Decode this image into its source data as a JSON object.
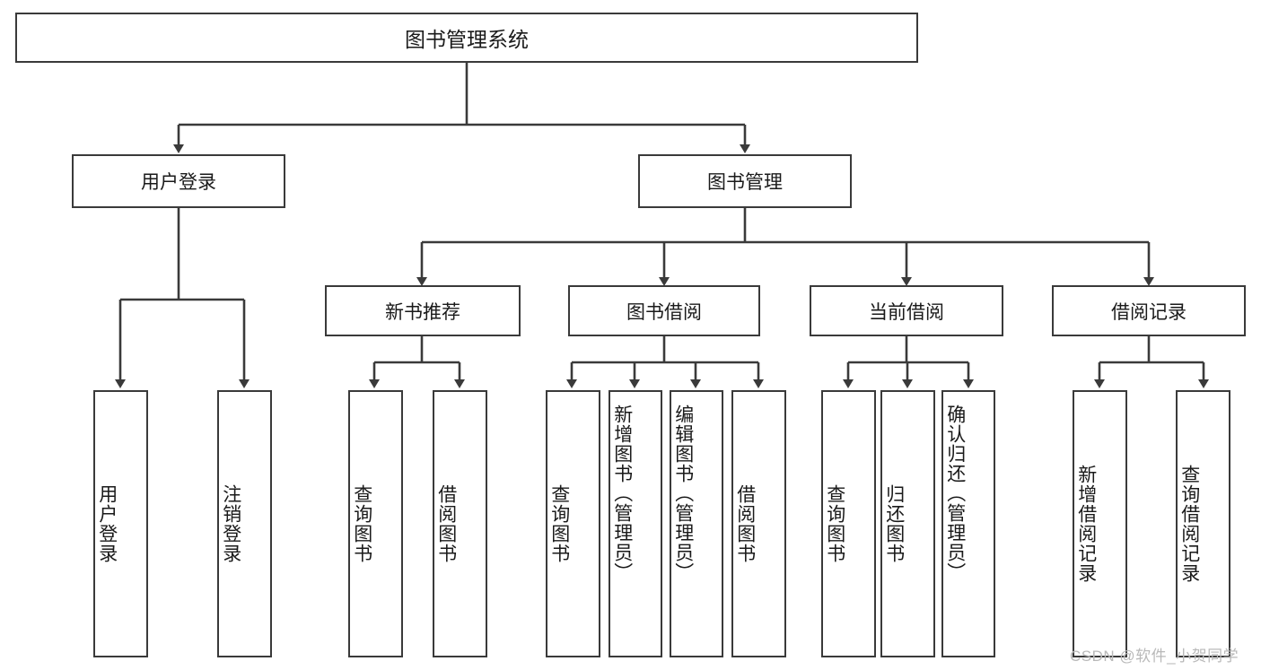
{
  "diagram": {
    "type": "tree-hierarchy",
    "title": "图书管理系统",
    "nodes": {
      "root": {
        "label": "图书管理系统"
      },
      "level1": [
        {
          "id": "user-login",
          "label": "用户登录"
        },
        {
          "id": "book-management",
          "label": "图书管理"
        }
      ],
      "level2": [
        {
          "id": "new-book-recommend",
          "label": "新书推荐",
          "parent": "book-management"
        },
        {
          "id": "book-borrow",
          "label": "图书借阅",
          "parent": "book-management"
        },
        {
          "id": "current-borrow",
          "label": "当前借阅",
          "parent": "book-management"
        },
        {
          "id": "borrow-record",
          "label": "借阅记录",
          "parent": "book-management"
        }
      ],
      "leaves": [
        {
          "id": "leaf-user-login",
          "label": "用户登录",
          "parent": "user-login"
        },
        {
          "id": "leaf-logout",
          "label": "注销登录",
          "parent": "user-login"
        },
        {
          "id": "leaf-query-book-1",
          "label": "查询图书",
          "parent": "new-book-recommend"
        },
        {
          "id": "leaf-borrow-book-1",
          "label": "借阅图书",
          "parent": "new-book-recommend"
        },
        {
          "id": "leaf-query-book-2",
          "label": "查询图书",
          "parent": "book-borrow"
        },
        {
          "id": "leaf-add-book",
          "label": "新增图书（管理员）",
          "parent": "book-borrow"
        },
        {
          "id": "leaf-edit-book",
          "label": "编辑图书（管理员）",
          "parent": "book-borrow"
        },
        {
          "id": "leaf-borrow-book-2",
          "label": "借阅图书",
          "parent": "book-borrow"
        },
        {
          "id": "leaf-query-book-3",
          "label": "查询图书",
          "parent": "current-borrow"
        },
        {
          "id": "leaf-return-book",
          "label": "归还图书",
          "parent": "current-borrow"
        },
        {
          "id": "leaf-confirm-return",
          "label": "确认归还（管理员）",
          "parent": "current-borrow"
        },
        {
          "id": "leaf-add-record",
          "label": "新增借阅记录",
          "parent": "borrow-record"
        },
        {
          "id": "leaf-query-record",
          "label": "查询借阅记录",
          "parent": "borrow-record"
        }
      ]
    },
    "watermark": "CSDN @软件_小贺同学",
    "colors": {
      "border": "#3a3a3a",
      "background": "#ffffff",
      "text": "#1a1a1a",
      "watermark": "#b9b9b9"
    }
  }
}
